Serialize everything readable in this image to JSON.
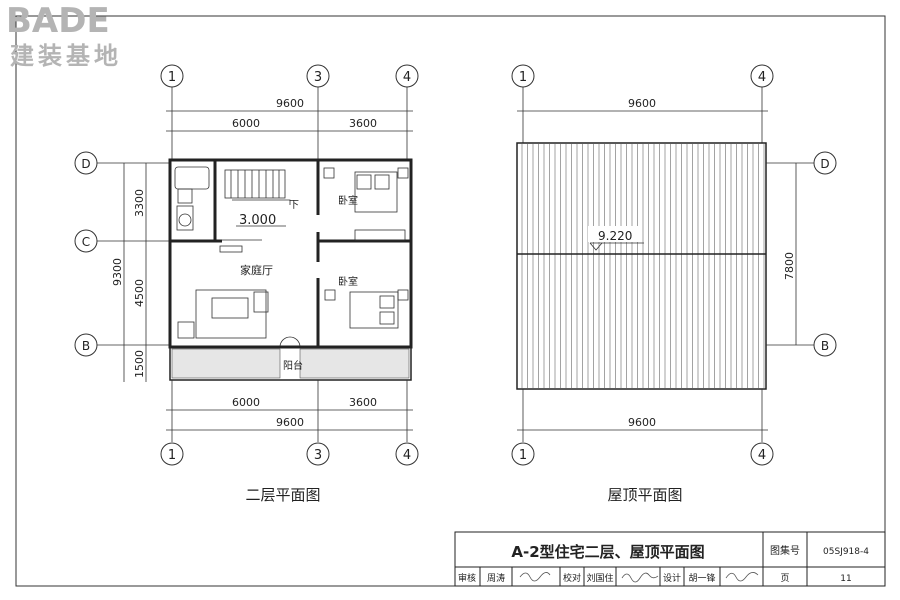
{
  "logo": {
    "brand": "BADE",
    "tagline": "建装基地"
  },
  "axes": {
    "a1": "1",
    "a3": "3",
    "a4": "4",
    "aD": "D",
    "aC": "C",
    "aB": "B"
  },
  "plan_left": {
    "dims": {
      "total": "9600",
      "span_1_3": "6000",
      "span_3_4": "3600",
      "v_total": "9300",
      "v_DC": "3300",
      "v_CB": "4500",
      "v_balcony": "1500"
    },
    "rooms": {
      "bedroom_top": "卧室",
      "bedroom_bottom": "卧室",
      "family_hall": "家庭厅",
      "balcony": "阳台",
      "stair_down": "下"
    },
    "elevation": "3.000",
    "caption": "二层平面图"
  },
  "plan_right": {
    "dims": {
      "total_top": "9600",
      "total_bottom": "9600",
      "v_total": "7800"
    },
    "elevation": "9.220",
    "caption": "屋顶平面图"
  },
  "title_block": {
    "title": "A-2型住宅二层、屋顶平面图",
    "atlas_label": "图集号",
    "atlas_no": "05SJ918-4",
    "review_label": "审核",
    "review_name": "周涛",
    "check_label": "校对",
    "check_name": "刘国住",
    "design_label": "设计",
    "design_name": "胡一锋",
    "page_label": "页",
    "page_no": "11"
  }
}
